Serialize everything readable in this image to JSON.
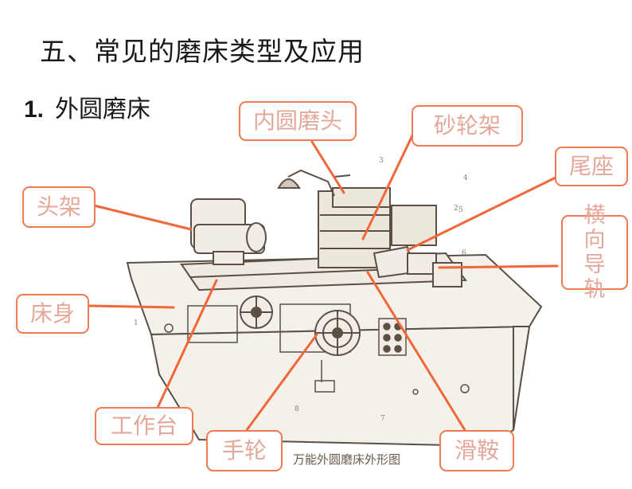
{
  "heading": "五、常见的磨床类型及应用",
  "subheading": {
    "number": "1.",
    "text": "外圆磨床"
  },
  "figure_caption": "万能外圆磨床外形图",
  "callouts": {
    "internal_grinding_head": "内圆磨头",
    "wheel_frame": "砂轮架",
    "tailstock": "尾座",
    "cross_guide": "横向导轨",
    "headstock": "头架",
    "bed": "床身",
    "worktable": "工作台",
    "handwheel": "手轮",
    "saddle": "滑鞍"
  },
  "part_numbers": [
    "1",
    "2",
    "3",
    "4",
    "5",
    "6",
    "7",
    "8"
  ],
  "colors": {
    "callout_border": "#ef7a52",
    "leader_line": "#f0683a",
    "callout_text": "#e4a89a",
    "drawing_ink": "#5c5046"
  }
}
